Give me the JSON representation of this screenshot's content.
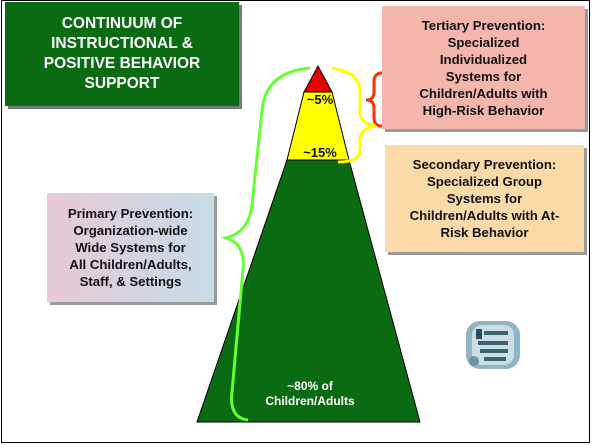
{
  "title": "CONTINUUM OF\nINSTRUCTIONAL &\nPOSITIVE BEHAVIOR\nSUPPORT",
  "tiers": {
    "tertiary": {
      "label": "Tertiary Prevention:\nSpecialized\nIndividualized\nSystems for\nChildren/Adults with\nHigh-Risk Behavior",
      "percent": "~5%",
      "color": "#e60000"
    },
    "secondary": {
      "label": "Secondary Prevention:\nSpecialized Group\nSystems for\nChildren/Adults with At-\nRisk Behavior",
      "percent": "~15%",
      "color": "#ffff00"
    },
    "primary": {
      "label": "Primary Prevention:\nOrganization-wide\nWide Systems for\nAll Children/Adults,\nStaff, & Settings",
      "percent_line1": "~80% of",
      "percent_line2": "Children/Adults",
      "color": "#0b6b12"
    }
  },
  "brace_colors": {
    "tertiary": "#ff3300",
    "secondary": "#ffff00",
    "primary": "#66ff33"
  },
  "logo": {
    "icon": "organization-seal-logo"
  }
}
